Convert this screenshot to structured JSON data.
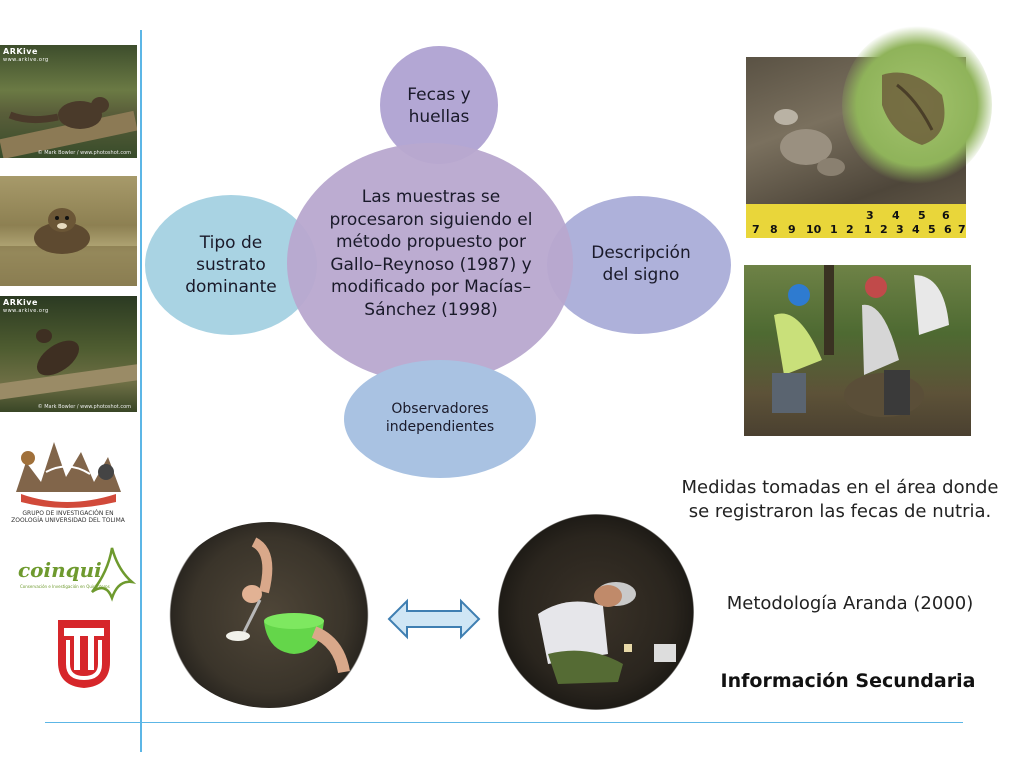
{
  "left_strip": {
    "photo1": {
      "tag": "ARKive",
      "site": "www.arkive.org",
      "credit": "© Mark Bowler / www.photoshot.com"
    },
    "photo3": {
      "tag": "ARKive",
      "site": "www.arkive.org",
      "credit": "© Mark Bowler / www.photoshot.com"
    },
    "logo1_caption": "GRUPO DE INVESTIGACIÓN EN ZOOLOGÍA UNIVERSIDAD DEL TOLIMA",
    "logo2_text": "coinqui",
    "logo2_sub": "Conservación e Investigación en Quirópteros",
    "logo3_text": "UT"
  },
  "diagram": {
    "center": "Las muestras se procesaron siguiendo el método propuesto por Gallo–Reynoso (1987) y modificado por Macías–Sánchez (1998)",
    "top": "Fecas y huellas",
    "right": "Descripción del signo",
    "bottom": "Observadores independientes",
    "left": "Tipo de sustrato dominante"
  },
  "right_panel": {
    "ruler_numbers_top": [
      "7",
      "8",
      "9",
      "10",
      "1",
      "2",
      "3",
      "4",
      "5",
      "6"
    ],
    "ruler_numbers_bottom": [
      "1",
      "2",
      "3",
      "4",
      "5",
      "6",
      "7"
    ],
    "caption_measures": "Medidas tomadas en el área donde se registraron las fecas de nutria.",
    "methodology": "Metodología Aranda (2000)",
    "secondary_info": "Información Secundaria"
  },
  "colors": {
    "accent_line": "#5cb6e6",
    "center_circle": "#b8a8cf",
    "arrow_fill": "#cfe6f5",
    "arrow_stroke": "#3f7fb2"
  }
}
